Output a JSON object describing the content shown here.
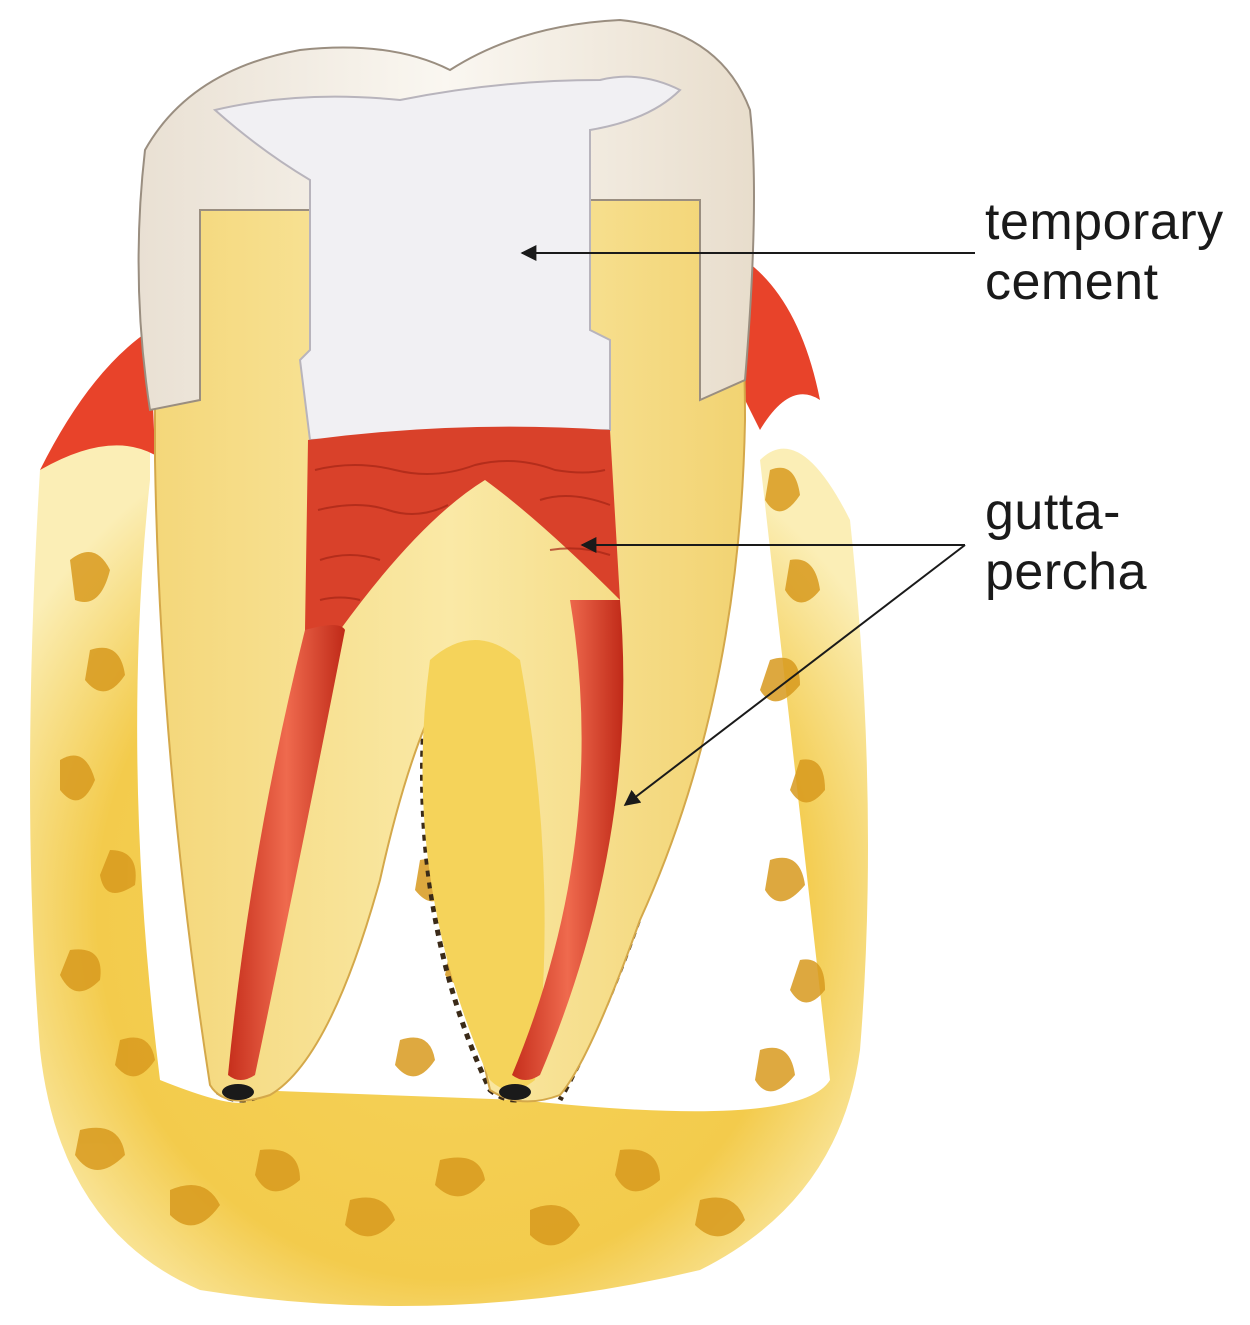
{
  "labels": {
    "temporary_cement": {
      "line1": "temporary",
      "line2": "cement"
    },
    "gutta_percha": {
      "line1": "gutta-",
      "line2": "percha"
    }
  },
  "colors": {
    "bone": "#f4cf55",
    "bone_dark": "#d89a1e",
    "dentin": "#f7e08a",
    "enamel": "#f3ede4",
    "cement": "#f1f0f3",
    "gutta_percha": "#d9412a",
    "gum": "#e8432a",
    "line": "#1a1a1a"
  }
}
